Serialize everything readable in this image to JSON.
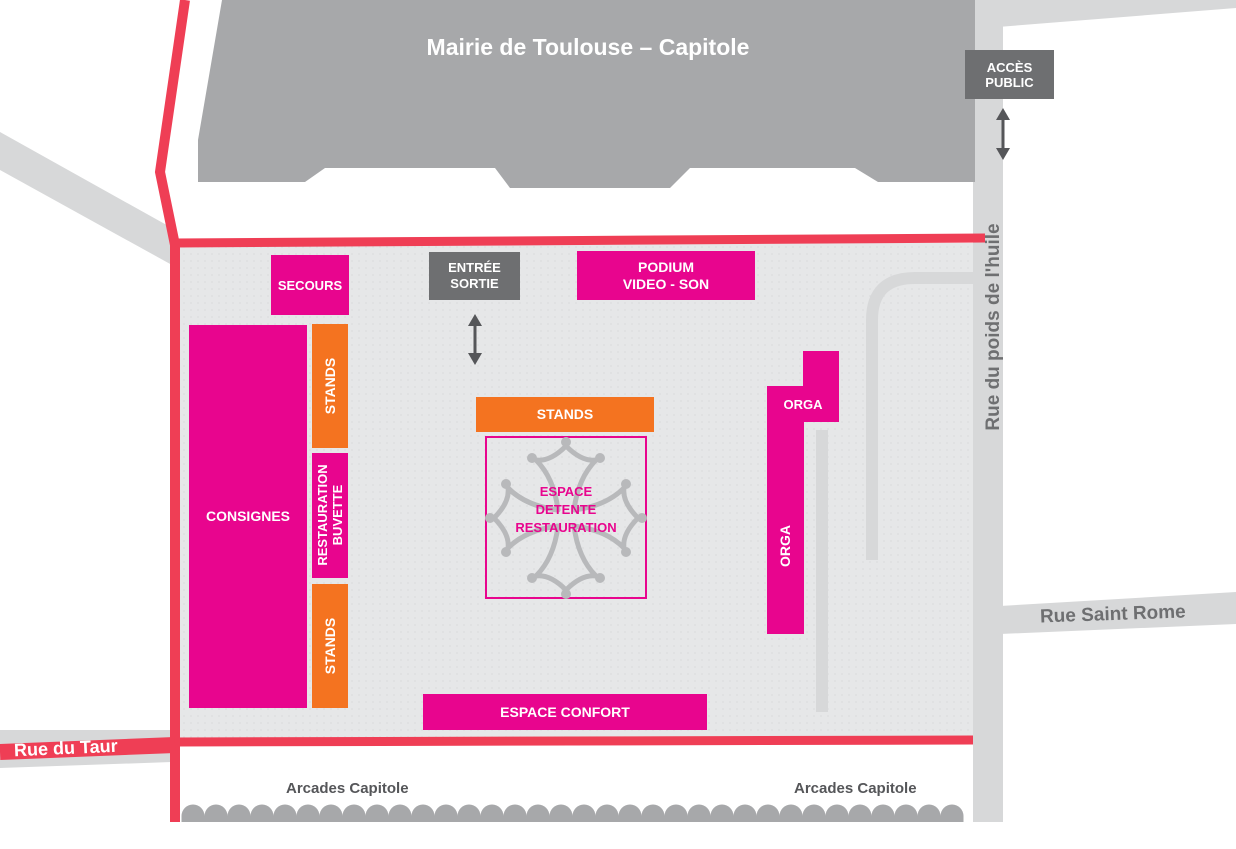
{
  "colors": {
    "pink": "#e8058e",
    "orange": "#f47320",
    "zone_red": "#ef3e55",
    "building_grey": "#a7a8aa",
    "road_grey": "#d7d8d9",
    "plaza_grey": "#e6e7e8",
    "sign_grey": "#6e6f71"
  },
  "building": {
    "name": "Mairie de Toulouse – Capitole"
  },
  "signs": {
    "public_access": "ACCÈS\nPUBLIC",
    "entry_exit": "ENTRÉE\nSORTIE"
  },
  "zones": {
    "secours": "SECOURS",
    "podium": "PODIUM\nVIDEO - SON",
    "consignes": "CONSIGNES",
    "stands_left_top": "STANDS",
    "restauration_buvette": "RESTAURATION\nBUVETTE",
    "stands_left_bottom": "STANDS",
    "stands_center": "STANDS",
    "espace_detente": "ESPACE\nDETENTE\nRESTAURATION",
    "orga_small": "ORGA",
    "orga_tall": "ORGA",
    "espace_confort": "ESPACE CONFORT"
  },
  "streets": {
    "poids_huile": "Rue du poids de l'huile",
    "saint_rome": "Rue Saint Rome",
    "taur": "Rue du Taur"
  },
  "arcades": {
    "left": "Arcades Capitole",
    "right": "Arcades Capitole"
  },
  "icons": [
    "double-arrow-icon",
    "occitan-cross-icon"
  ]
}
